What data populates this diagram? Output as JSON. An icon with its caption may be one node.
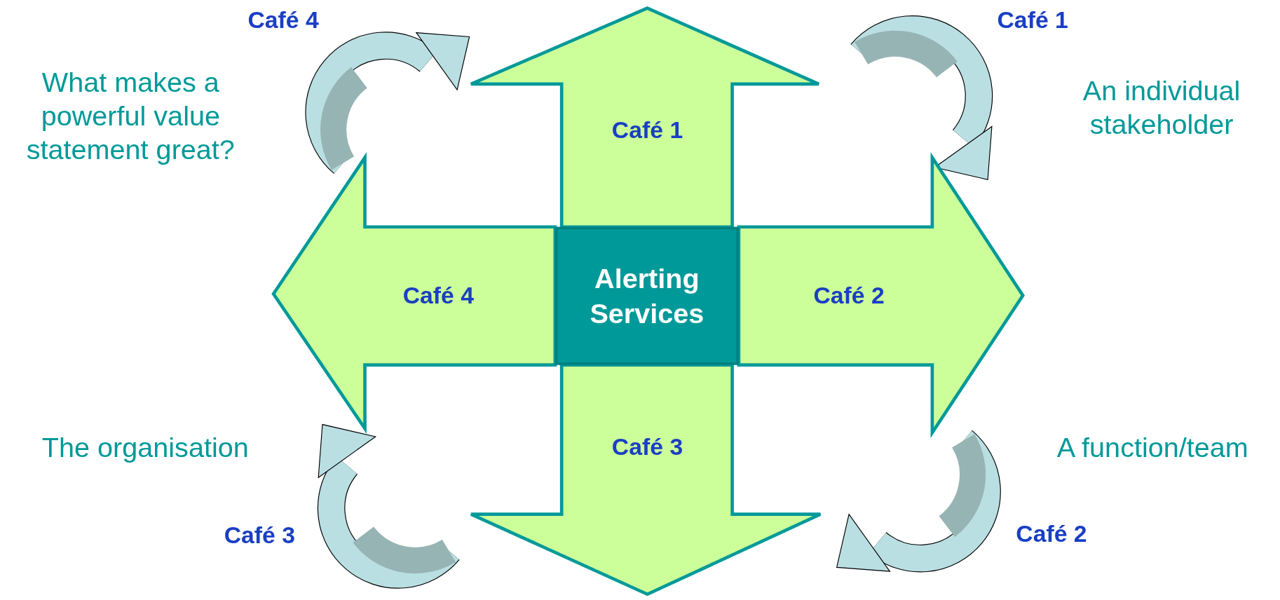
{
  "diagram": {
    "nodes": [
      {
        "text": [
          "Alerting Services"
        ]
      },
      {
        "text": [
          "Café 1"
        ]
      },
      {
        "text": [
          "Café 2"
        ]
      },
      {
        "text": [
          "Café 3"
        ]
      },
      {
        "text": [
          "Café 4"
        ]
      }
    ],
    "labels": [
      "Café 4",
      "Café 1",
      "What makes a powerful value statement great?",
      "An individual stakeholder",
      "The organisation",
      "A function/team",
      "Café 3",
      "Café 2"
    ]
  }
}
